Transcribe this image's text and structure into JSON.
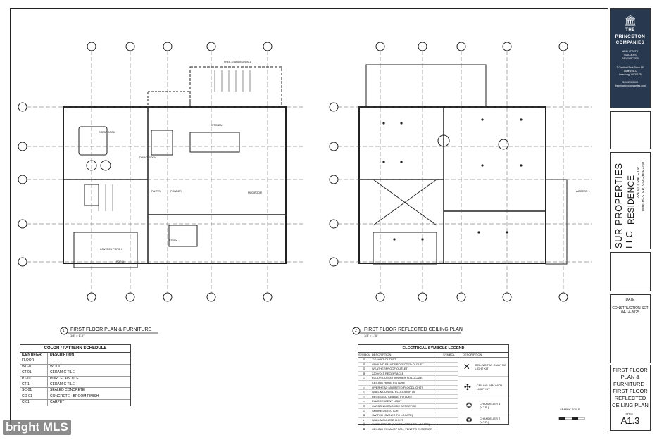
{
  "company": {
    "name_line1": "THE",
    "name_line2": "PRINCETON",
    "name_line3": "COMPANIES",
    "services": [
      "ARCHITECTS",
      "BUILDERS",
      "DEVELOPERS"
    ],
    "address": [
      "2 Cardinal Park Drive SE",
      "Suite 101-C",
      "Leesburg, VA 20175"
    ],
    "contact": [
      "571-333-3000",
      "theprincetoncompanies.com"
    ]
  },
  "project": {
    "owner": "SUR PROPERTIES LLC",
    "type": "RESIDENCE",
    "address": "224 MILL RACE DR",
    "city": "WINCHESTER, VIRGINIA 22601"
  },
  "issue": {
    "label": "DATE",
    "set": "CONSTRUCTION SET",
    "date": "04-14-2025"
  },
  "sheet": {
    "title": "FIRST FLOOR PLAN & FURNITURE - FIRST FLOOR REFLECTED CEILING PLAN",
    "label": "SHEET",
    "number": "A1.3"
  },
  "plans": {
    "left_num": "1",
    "left_title": "FIRST FLOOR PLAN & FURNITURE",
    "left_scale": "1/4\" = 1'-0\"",
    "right_num": "2",
    "right_title": "FIRST FLOOR REFLECTED CEILING PLAN",
    "right_scale": "1/4\" = 1'-0\""
  },
  "room_labels": [
    "GREAT ROOM",
    "KITCHEN",
    "DINING ROOM",
    "STUDY",
    "POWDER",
    "PANTRY",
    "MUD ROOM",
    "COVERED PORCH",
    "PORCH",
    "FREE-STANDING WALL",
    "ACCESS 1"
  ],
  "schedule": {
    "title": "COLOR / PATTERN SCHEDULE",
    "col_id": "IDENTIFIER",
    "col_desc": "DESCRIPTION",
    "rows": [
      {
        "id": "FLOOR",
        "desc": ""
      },
      {
        "id": "WD-01",
        "desc": "WOOD"
      },
      {
        "id": "CT-01",
        "desc": "CERAMIC TILE"
      },
      {
        "id": "PT-01",
        "desc": "PORCELAIN TILE"
      },
      {
        "id": "CT-1",
        "desc": "CERAMIC TILE"
      },
      {
        "id": "SC-01",
        "desc": "SEALED CONCRETE"
      },
      {
        "id": "CO-01",
        "desc": "CONCRETE - BROOM FINISH"
      },
      {
        "id": "C-01",
        "desc": "CARPET"
      }
    ]
  },
  "electrical": {
    "title": "ELECTRICAL SYMBOLS LEGEND",
    "col_symbol": "SYMBOL",
    "col_desc": "DESCRIPTION",
    "rows": [
      "110 VOLT OUTLET",
      "GROUND FAULT PROTECTED OUTLET",
      "WEATHERPROOF OUTLET",
      "220 VOLT RECEPTACLE",
      "FLOOR OUTLET (OWNER TO LOCATE)",
      "CEILING HUNG FIXTURE",
      "OVERHEAD MOUNTED FLOODLIGHTS",
      "WALL MOUNTED FLOODLIGHTS",
      "RECESSED CEILING FIXTURE",
      "FLUORESCENT LIGHT",
      "CARBON MONOXIDE DETECTOR",
      "SMOKE DETECTOR",
      "SWITCH (OWNER TO LOCATE)",
      "WALL MOUNTED LIGHT",
      "THERMOSTAT (CONTRACTOR TO LOCATE)",
      "CEILING EXHAUST FAN, VENT TO EXTERIOR"
    ],
    "fixtures": [
      "CEILING FAN ONLY, NO LIGHT KIT",
      "CEILING FAN WITH LIGHT KIT",
      "CHANDELIER 1 (V.T.R.)",
      "CHANDELIER 2 (V.T.R.)"
    ]
  },
  "graphic_scale": "GRAPHIC SCALE",
  "watermark": "bright MLS"
}
